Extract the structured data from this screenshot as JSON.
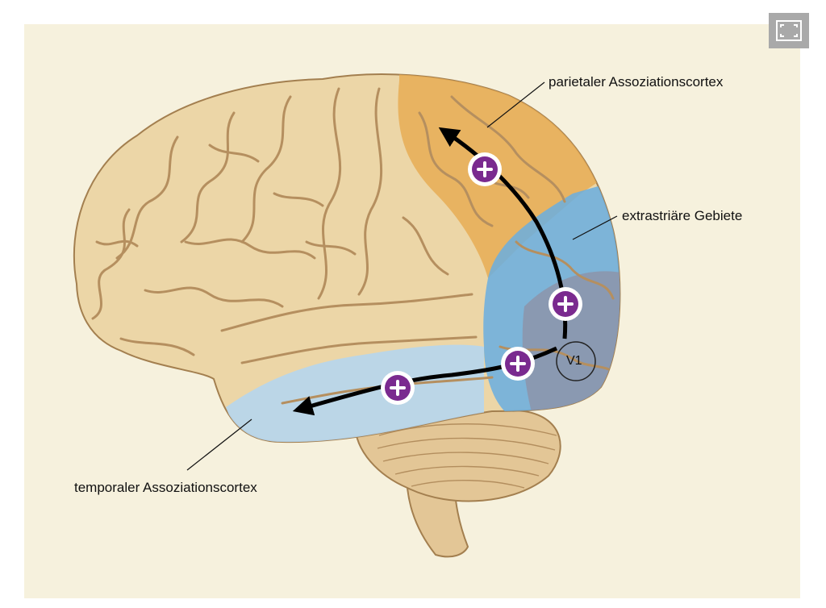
{
  "labels": {
    "parietal": "parietaler Assoziationscortex",
    "extrastriate": "extrastriäre Gebiete",
    "temporal": "temporaler Assoziationscortex",
    "v1": "V1"
  },
  "colors": {
    "background": "#f6f1dd",
    "brain": "#ecd6a7",
    "sulcus": "#b58f5f",
    "parietal_region": "#e7ad55",
    "extrastriate_region": "#6aaee0",
    "temporal_region": "#b6d6ee",
    "v1_region": "#8c96ad",
    "marker": "#7a2a8f",
    "pathway": "#000000"
  },
  "icons": {
    "fullscreen": "fullscreen-icon",
    "marker": "plus-icon"
  }
}
